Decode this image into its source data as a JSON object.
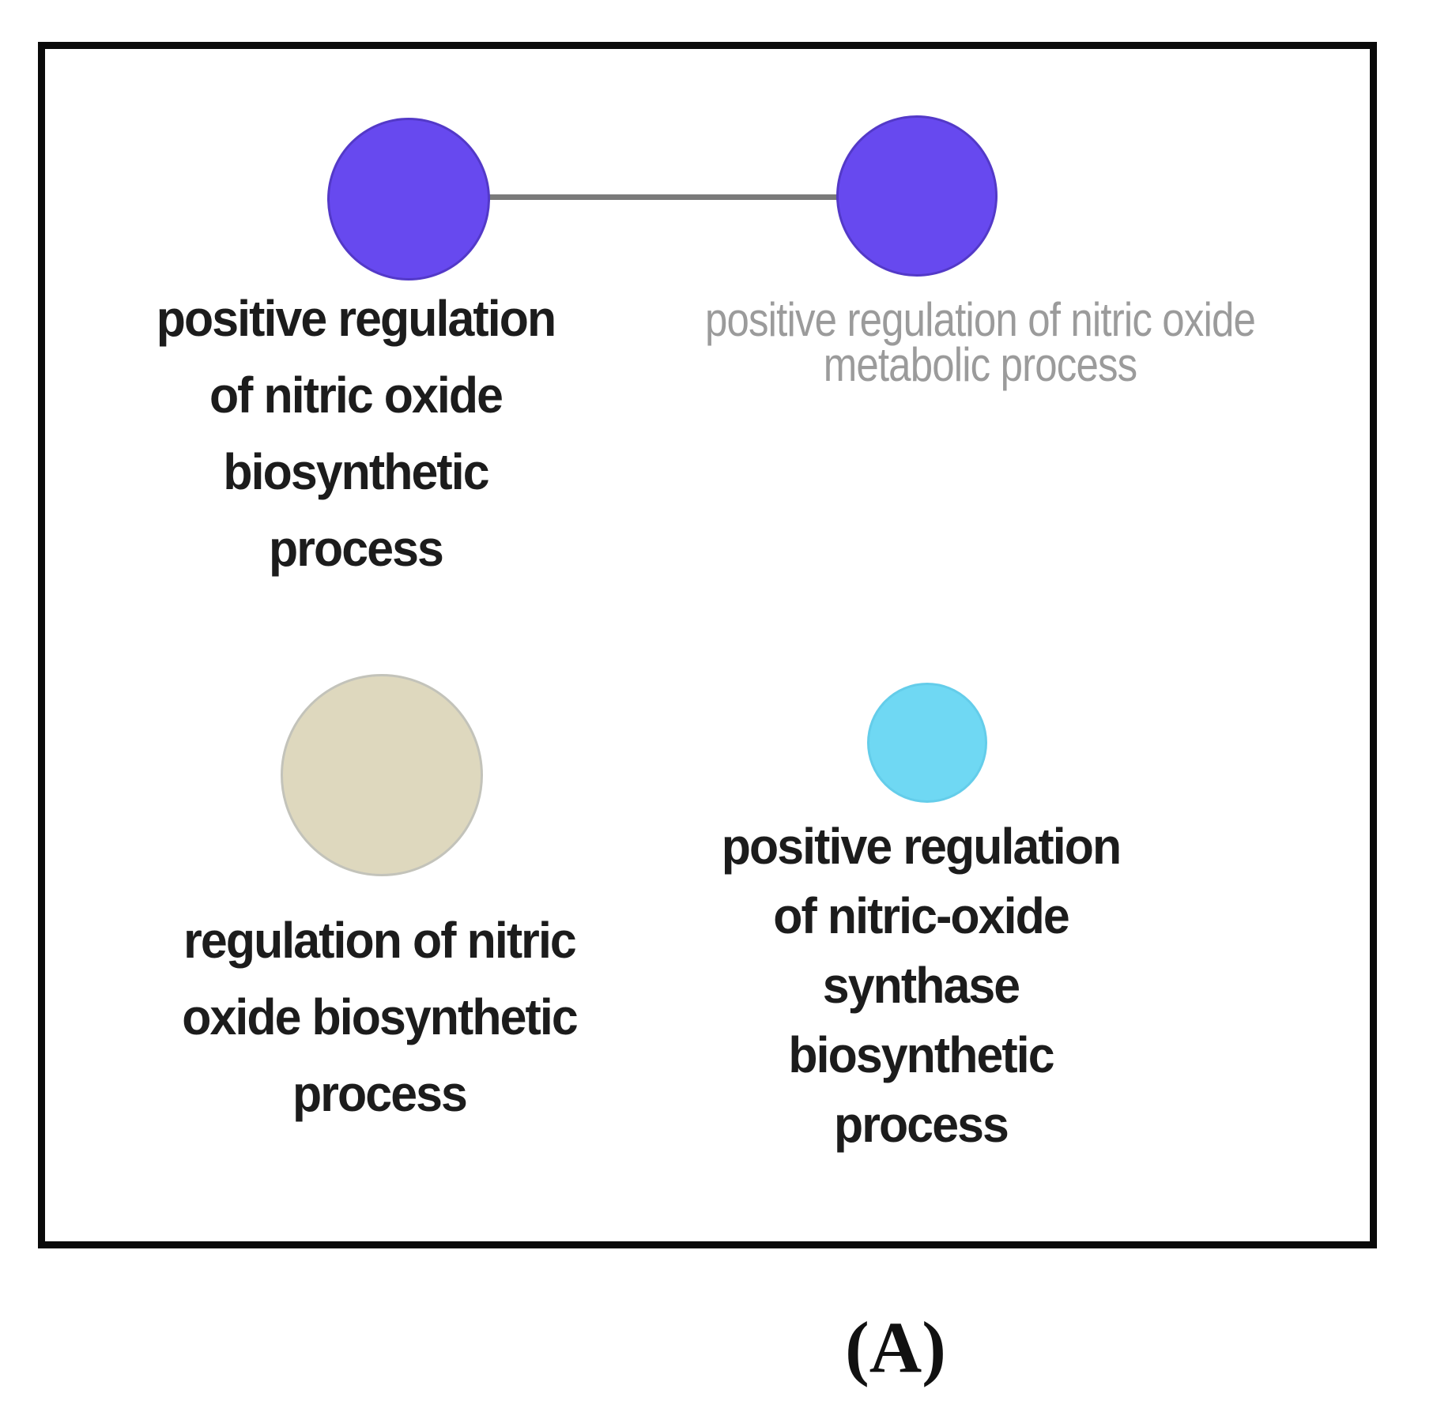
{
  "figure": {
    "panel_label": "(A)",
    "background_color": "#ffffff",
    "frame_color": "#0a0a0a",
    "label_colors": {
      "emphasis": "#1c1c1c",
      "deemphasis": "#9b9b9b"
    }
  },
  "network": {
    "nodes": [
      {
        "id": "positive-regulation-of-nitric-oxide-biosynthetic-process",
        "label": "positive regulation of nitric oxide biosynthetic process",
        "label_lines": [
          "positive regulation",
          "of nitric oxide",
          "biosynthetic",
          "process"
        ],
        "label_style": "bold-dark",
        "color": "#6749ef",
        "size": "large"
      },
      {
        "id": "positive-regulation-of-nitric-oxide-metabolic-process",
        "label": "positive regulation of nitric oxide metabolic process",
        "label_lines": [
          "positive regulation of nitric oxide",
          "metabolic process"
        ],
        "label_style": "gray",
        "color": "#6749ef",
        "size": "large"
      },
      {
        "id": "regulation-of-nitric-oxide-biosynthetic-process",
        "label": "regulation of nitric oxide biosynthetic process",
        "label_lines": [
          "regulation of nitric",
          "oxide biosynthetic",
          "process"
        ],
        "label_style": "bold-dark",
        "color": "#ded8be",
        "border_color": "#c3c3ba",
        "size": "largest"
      },
      {
        "id": "positive-regulation-of-nitric-oxide-synthase-biosynthetic-process",
        "label": "positive regulation of nitric-oxide synthase biosynthetic process",
        "label_lines": [
          "positive regulation",
          "of nitric-oxide",
          "synthase",
          "biosynthetic",
          "process"
        ],
        "label_style": "bold-dark",
        "color": "#6fd8f3",
        "border_color": "#64cdea",
        "size": "small"
      }
    ],
    "edges": [
      {
        "source": 0,
        "target": 1,
        "color": "#7a7a7a"
      }
    ]
  }
}
